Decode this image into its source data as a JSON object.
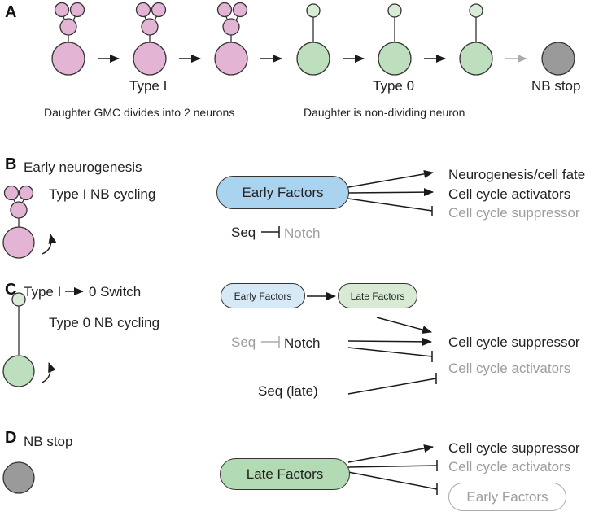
{
  "panel_a": {
    "letter": "A",
    "type1_label": "Type I",
    "type0_label": "Type 0",
    "nbstop_label": "NB stop",
    "type1_caption": "Daughter GMC divides into 2 neurons",
    "type0_caption": "Daughter is non-dividing neuron"
  },
  "panel_b": {
    "letter": "B",
    "title": "Early neurogenesis",
    "subtitle": "Type I NB cycling",
    "factor": "Early Factors",
    "targets": [
      "Neurogenesis/cell fate",
      "Cell cycle activators",
      "Cell cycle suppressor"
    ],
    "seq": "Seq",
    "notch": "Notch"
  },
  "panel_c": {
    "letter": "C",
    "title_part1": "Type I",
    "title_part2": "0 Switch",
    "subtitle": "Type 0 NB cycling",
    "early": "Early Factors",
    "late": "Late Factors",
    "seq": "Seq",
    "notch": "Notch",
    "seq_late": "Seq (late)",
    "targets": [
      "Cell cycle suppressor",
      "Cell cycle activators"
    ]
  },
  "panel_d": {
    "letter": "D",
    "title": "NB stop",
    "factor": "Late Factors",
    "targets": [
      "Cell cycle suppressor",
      "Cell cycle activators",
      "Early Factors"
    ]
  },
  "colors": {
    "pink": "#e4b4d5",
    "green": "#bedfbe",
    "light_green": "#d9ecd5",
    "grey_cell": "#9a9a9a",
    "blue": "#a9d3ee",
    "text_grey": "#9d9d9d"
  }
}
